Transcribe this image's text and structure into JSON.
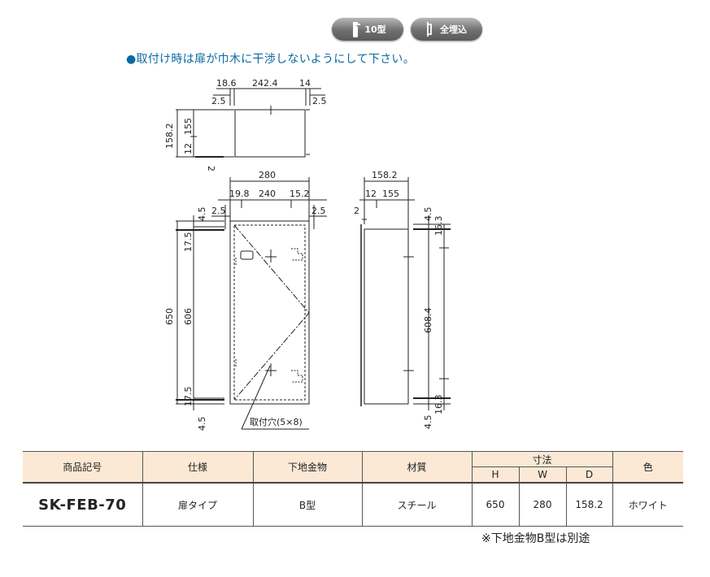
{
  "badges": [
    {
      "label": "10型",
      "icon": "fire-extinguisher-icon"
    },
    {
      "label": "全埋込",
      "icon": "recess-box-icon"
    }
  ],
  "note": "●取付け時は扉が巾木に干渉しないようにして下さい。",
  "drawing": {
    "top_view": {
      "dims_top": [
        "18.6",
        "242.4",
        "14"
      ],
      "dims_gap": [
        "2.5",
        "2.5"
      ],
      "dims_left": [
        "158.2",
        "155",
        "12"
      ],
      "dim_bottom": "2"
    },
    "front_view": {
      "dim_total_width": "280",
      "dims_width": [
        "19.8",
        "240",
        "15.2"
      ],
      "dims_gap": [
        "2.5",
        "2.5"
      ],
      "dims_left": [
        "650",
        "17.5",
        "606",
        "17.5"
      ],
      "dims_edge": [
        "4.5",
        "4.5"
      ],
      "hole_label": "取付穴(5×8)"
    },
    "side_view": {
      "dim_total_depth": "158.2",
      "dims_depth": [
        "12",
        "155"
      ],
      "dim_offset": "2",
      "dims_right": [
        "4.5",
        "16.3",
        "608.4",
        "16.3",
        "4.5"
      ]
    }
  },
  "table": {
    "headers": {
      "product_code": "商品記号",
      "spec": "仕様",
      "base_hardware": "下地金物",
      "material": "材質",
      "dimensions": "寸法",
      "h": "H",
      "w": "W",
      "d": "D",
      "color": "色"
    },
    "row": {
      "product_code": "SK-FEB-70",
      "spec": "扉タイプ",
      "base_hardware": "B型",
      "material": "スチール",
      "h": "650",
      "w": "280",
      "d": "158.2",
      "color": "ホワイト"
    }
  },
  "footnote": "※下地金物B型は別途"
}
